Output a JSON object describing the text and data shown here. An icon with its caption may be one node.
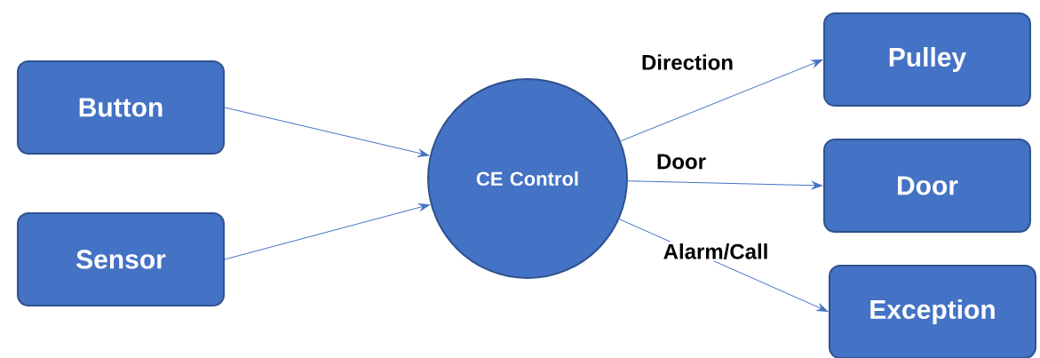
{
  "diagram": {
    "nodes": [
      {
        "text": [
          "Button"
        ]
      },
      {
        "text": [
          "Sensor"
        ]
      },
      {
        "text": [
          "CE Control"
        ]
      },
      {
        "text": [
          "Pulley"
        ]
      },
      {
        "text": [
          "Door"
        ]
      },
      {
        "text": [
          "Exception"
        ]
      }
    ],
    "edges": [
      {
        "from": 0,
        "to": 2,
        "arrow": "to"
      },
      {
        "from": 1,
        "to": 2,
        "arrow": "to"
      },
      {
        "from": 2,
        "to": 3,
        "arrow": "to",
        "label": "Direction"
      },
      {
        "from": 2,
        "to": 4,
        "arrow": "to",
        "label": "Door"
      },
      {
        "from": 2,
        "to": 5,
        "arrow": "to",
        "label": "Alarm/Call"
      }
    ]
  }
}
